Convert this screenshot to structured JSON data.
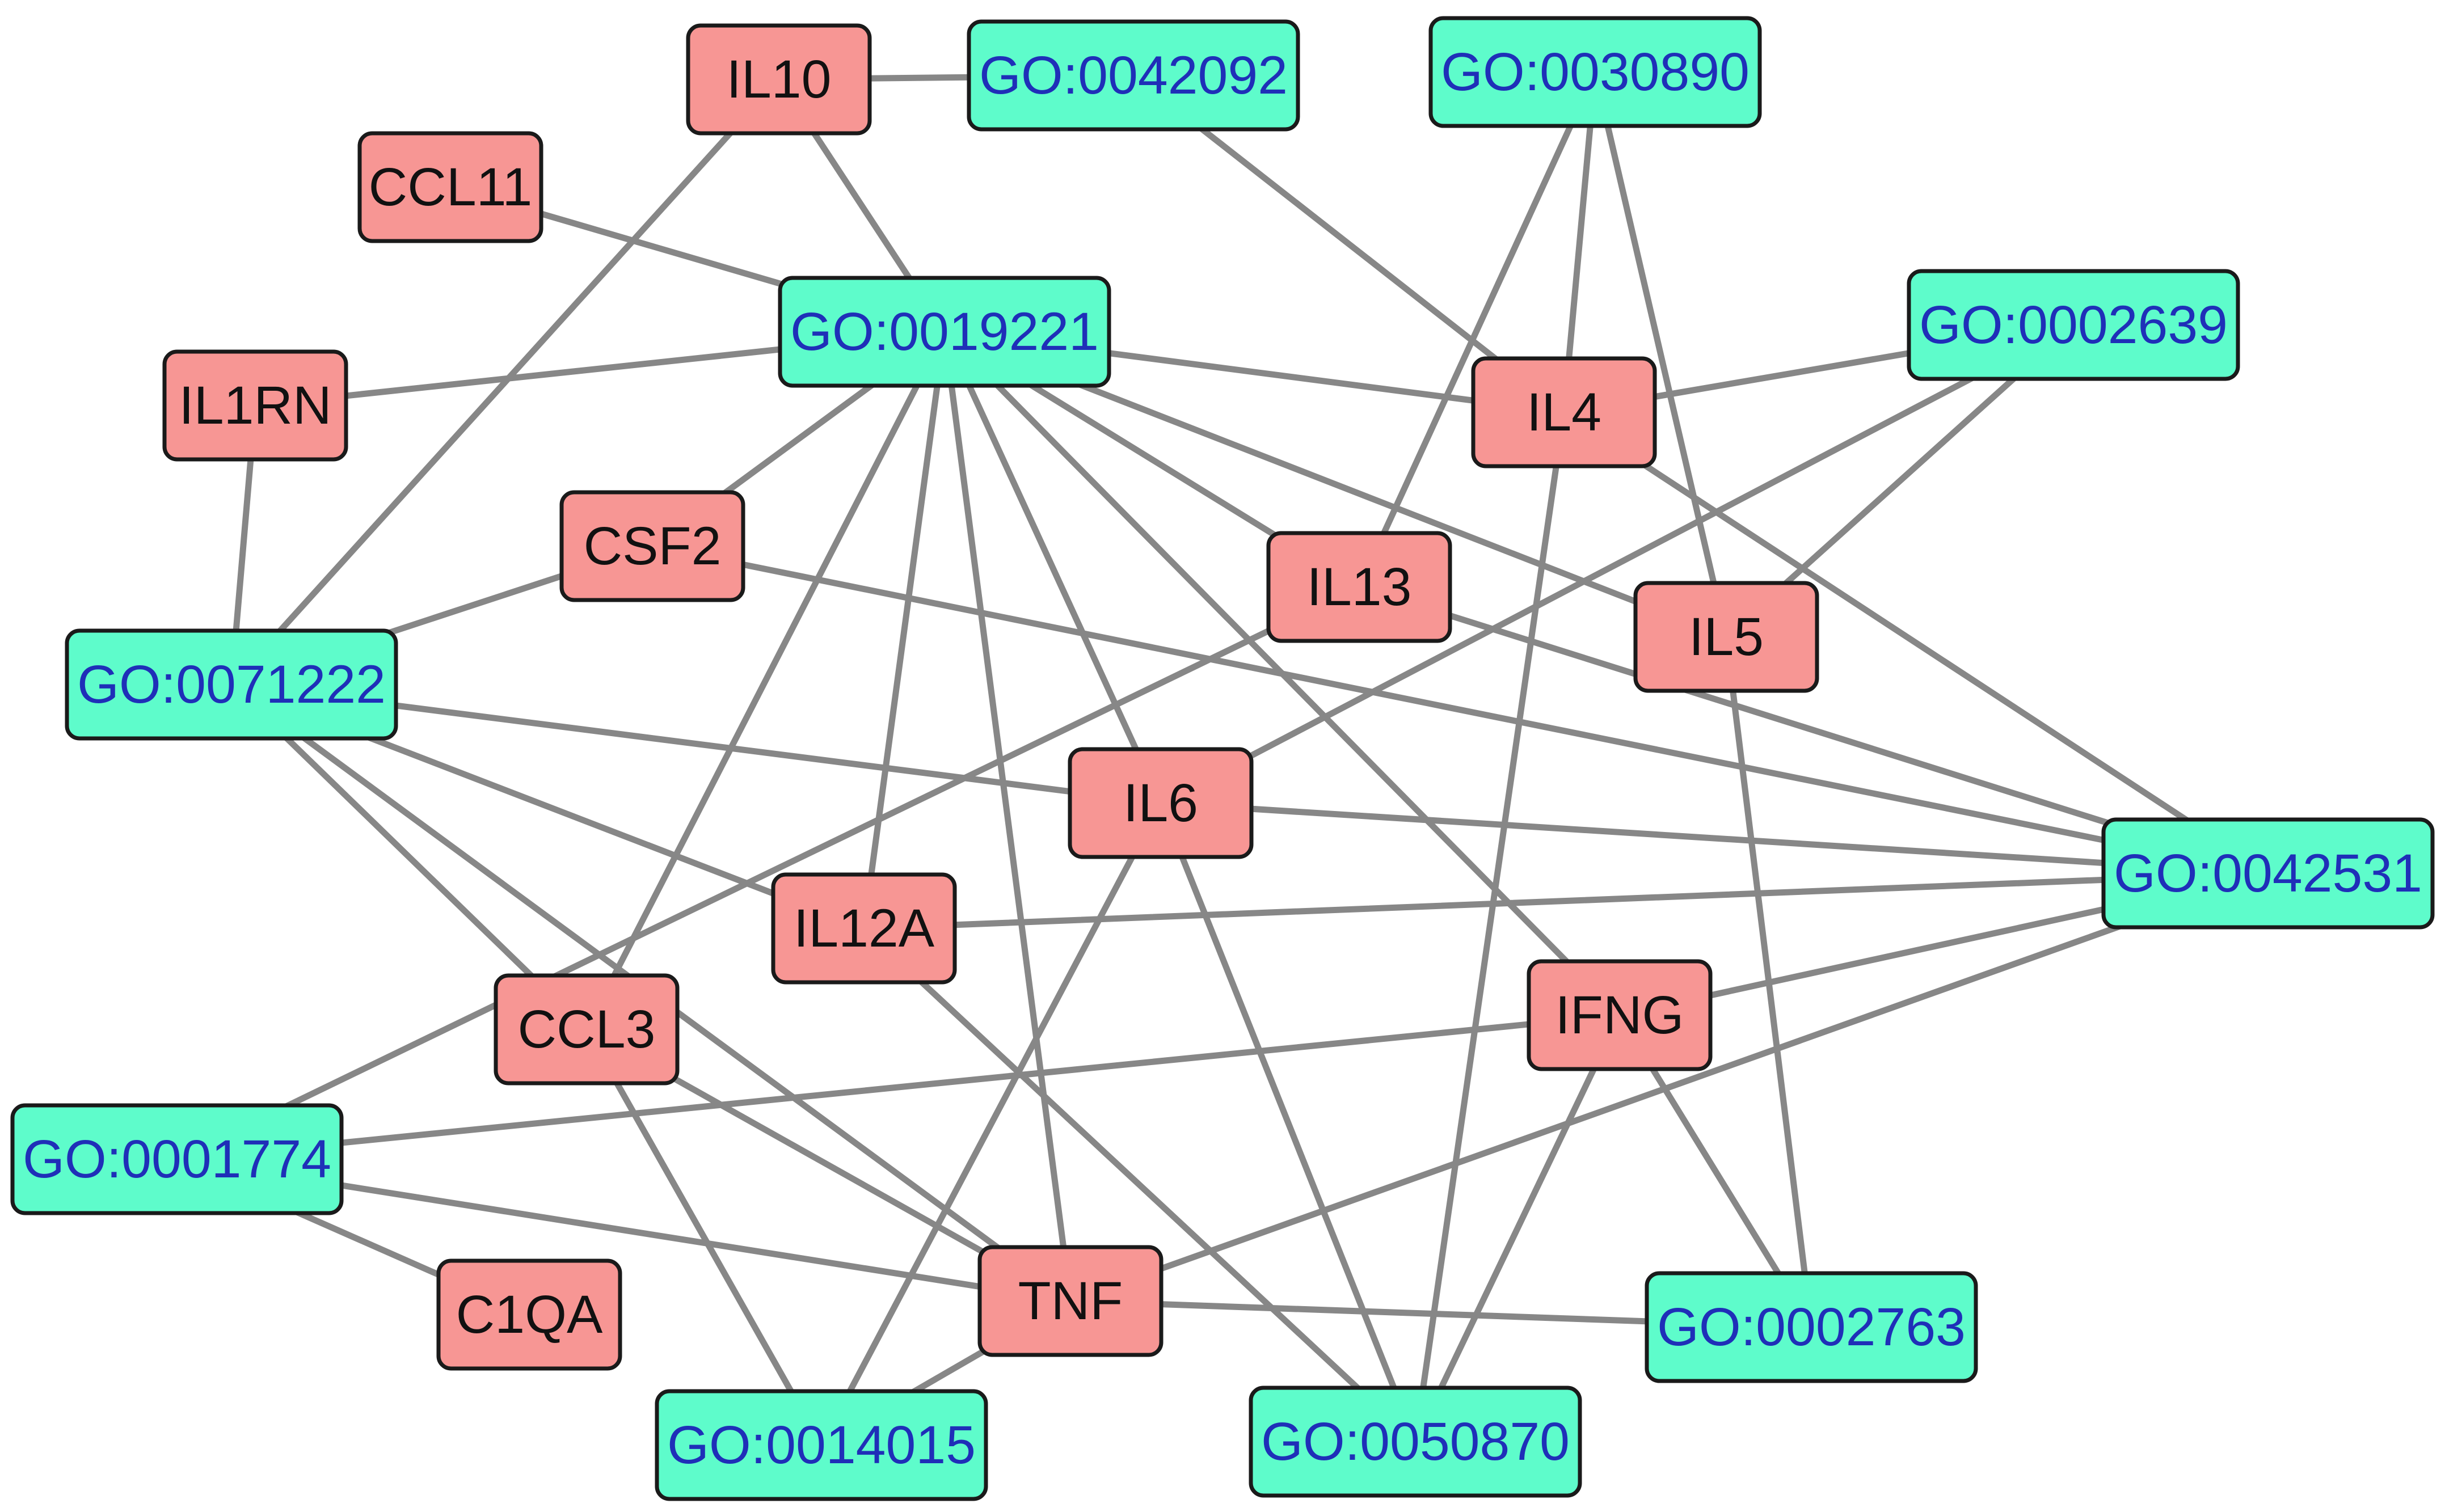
{
  "colors": {
    "gene_fill": "#f79694",
    "go_fill": "#5efccb",
    "go_text": "#1f2fb8",
    "gene_text": "#111111",
    "edge": "#878787",
    "border": "#1a1a1a"
  },
  "nodes": [
    {
      "id": "IL10",
      "label": "IL10",
      "kind": "gene"
    },
    {
      "id": "CCL11",
      "label": "CCL11",
      "kind": "gene"
    },
    {
      "id": "IL1RN",
      "label": "IL1RN",
      "kind": "gene"
    },
    {
      "id": "CSF2",
      "label": "CSF2",
      "kind": "gene"
    },
    {
      "id": "IL4",
      "label": "IL4",
      "kind": "gene"
    },
    {
      "id": "IL13",
      "label": "IL13",
      "kind": "gene"
    },
    {
      "id": "IL5",
      "label": "IL5",
      "kind": "gene"
    },
    {
      "id": "IL6",
      "label": "IL6",
      "kind": "gene"
    },
    {
      "id": "IL12A",
      "label": "IL12A",
      "kind": "gene"
    },
    {
      "id": "CCL3",
      "label": "CCL3",
      "kind": "gene"
    },
    {
      "id": "IFNG",
      "label": "IFNG",
      "kind": "gene"
    },
    {
      "id": "C1QA",
      "label": "C1QA",
      "kind": "gene"
    },
    {
      "id": "TNF",
      "label": "TNF",
      "kind": "gene"
    },
    {
      "id": "GO:0042092",
      "label": "GO:0042092",
      "kind": "go"
    },
    {
      "id": "GO:0030890",
      "label": "GO:0030890",
      "kind": "go"
    },
    {
      "id": "GO:0019221",
      "label": "GO:0019221",
      "kind": "go"
    },
    {
      "id": "GO:0002639",
      "label": "GO:0002639",
      "kind": "go"
    },
    {
      "id": "GO:0071222",
      "label": "GO:0071222",
      "kind": "go"
    },
    {
      "id": "GO:0042531",
      "label": "GO:0042531",
      "kind": "go"
    },
    {
      "id": "GO:0001774",
      "label": "GO:0001774",
      "kind": "go"
    },
    {
      "id": "GO:0002763",
      "label": "GO:0002763",
      "kind": "go"
    },
    {
      "id": "GO:0014015",
      "label": "GO:0014015",
      "kind": "go"
    },
    {
      "id": "GO:0050870",
      "label": "GO:0050870",
      "kind": "go"
    }
  ],
  "edges": [
    [
      "IL10",
      "GO:0042092"
    ],
    [
      "IL10",
      "GO:0019221"
    ],
    [
      "IL10",
      "GO:0071222"
    ],
    [
      "CCL11",
      "GO:0019221"
    ],
    [
      "IL1RN",
      "GO:0019221"
    ],
    [
      "IL1RN",
      "GO:0071222"
    ],
    [
      "GO:0042092",
      "IL4"
    ],
    [
      "GO:0030890",
      "IL4"
    ],
    [
      "GO:0030890",
      "IL13"
    ],
    [
      "GO:0030890",
      "IL5"
    ],
    [
      "GO:0019221",
      "IL4"
    ],
    [
      "GO:0019221",
      "IL13"
    ],
    [
      "GO:0019221",
      "IL5"
    ],
    [
      "GO:0019221",
      "IL6"
    ],
    [
      "GO:0019221",
      "IL12A"
    ],
    [
      "GO:0019221",
      "CCL3"
    ],
    [
      "GO:0019221",
      "TNF"
    ],
    [
      "GO:0019221",
      "IFNG"
    ],
    [
      "GO:0019221",
      "CSF2"
    ],
    [
      "GO:0002639",
      "IL4"
    ],
    [
      "GO:0002639",
      "IL6"
    ],
    [
      "GO:0002639",
      "IL5"
    ],
    [
      "CSF2",
      "GO:0071222"
    ],
    [
      "CSF2",
      "GO:0042531"
    ],
    [
      "IL4",
      "GO:0042531"
    ],
    [
      "IL4",
      "GO:0050870"
    ],
    [
      "IL13",
      "GO:0042531"
    ],
    [
      "IL13",
      "GO:0001774"
    ],
    [
      "IL5",
      "GO:0002763"
    ],
    [
      "GO:0071222",
      "IL6"
    ],
    [
      "GO:0071222",
      "IL12A"
    ],
    [
      "GO:0071222",
      "CCL3"
    ],
    [
      "GO:0071222",
      "TNF"
    ],
    [
      "IL6",
      "GO:0042531"
    ],
    [
      "IL6",
      "GO:0014015"
    ],
    [
      "IL6",
      "GO:0050870"
    ],
    [
      "IL12A",
      "GO:0042531"
    ],
    [
      "IL12A",
      "GO:0050870"
    ],
    [
      "IFNG",
      "GO:0042531"
    ],
    [
      "IFNG",
      "GO:0001774"
    ],
    [
      "IFNG",
      "GO:0002763"
    ],
    [
      "IFNG",
      "GO:0050870"
    ],
    [
      "CCL3",
      "TNF"
    ],
    [
      "CCL3",
      "GO:0014015"
    ],
    [
      "GO:0001774",
      "TNF"
    ],
    [
      "GO:0001774",
      "C1QA"
    ],
    [
      "TNF",
      "GO:0042531"
    ],
    [
      "TNF",
      "GO:0002763"
    ],
    [
      "TNF",
      "GO:0014015"
    ]
  ]
}
